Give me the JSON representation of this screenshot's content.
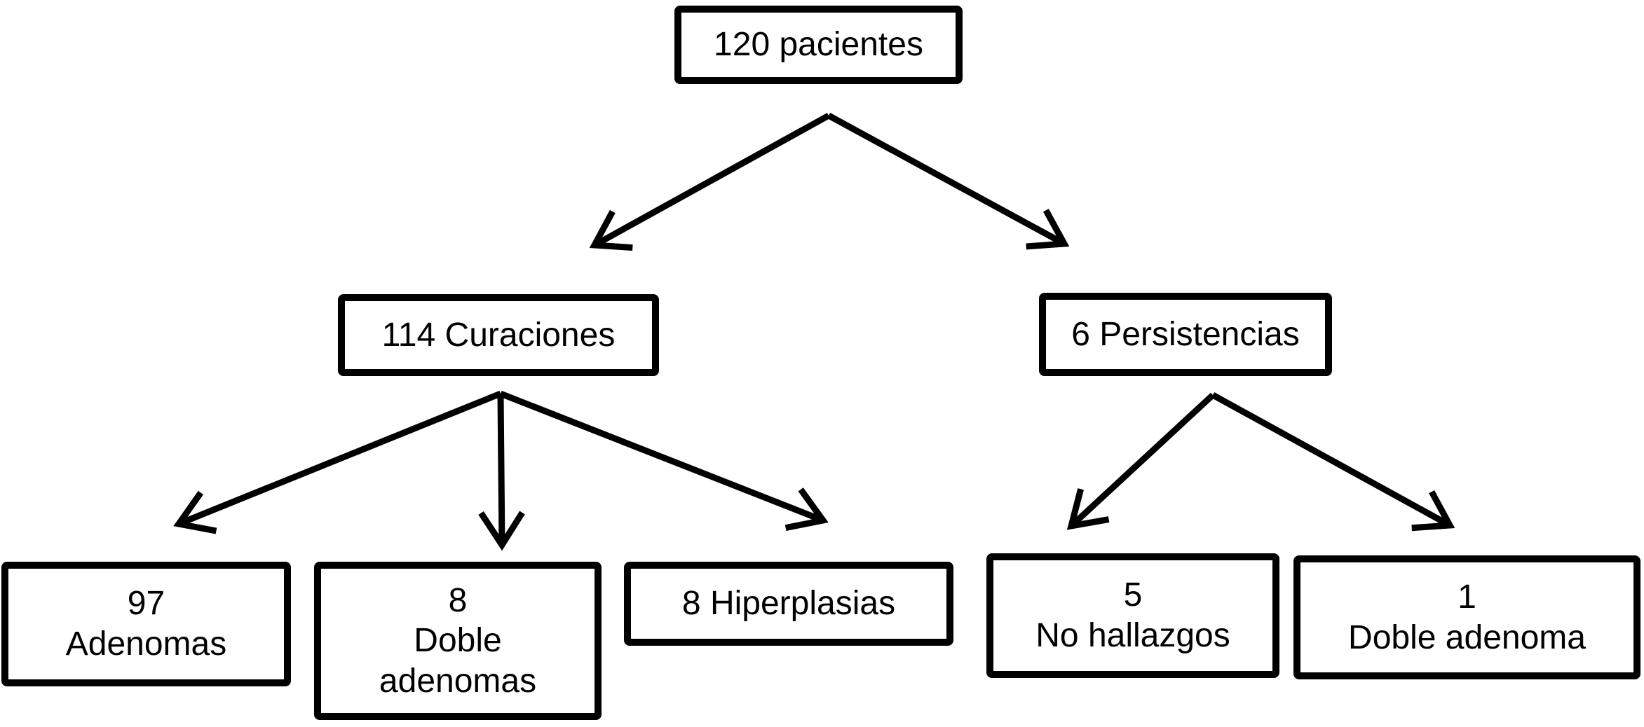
{
  "diagram": {
    "background_color": "#ffffff",
    "line_color": "#000000",
    "text_color": "#000000",
    "nodes": {
      "pacientes": {
        "text": "120 pacientes"
      },
      "curaciones": {
        "text": "114 Curaciones"
      },
      "persistencias": {
        "text": "6 Persistencias"
      },
      "adenomas": {
        "text": "97\nAdenomas"
      },
      "doble_adenomas": {
        "text": "8\nDoble\nadenomas"
      },
      "hiperplasias": {
        "text": "8 Hiperplasias"
      },
      "no_hallazgos": {
        "text": "5\nNo hallazgos"
      },
      "doble_adenoma": {
        "text": "1\nDoble adenoma"
      }
    },
    "edges": [
      {
        "from": "pacientes",
        "to": "curaciones"
      },
      {
        "from": "pacientes",
        "to": "persistencias"
      },
      {
        "from": "curaciones",
        "to": "adenomas"
      },
      {
        "from": "curaciones",
        "to": "doble_adenomas"
      },
      {
        "from": "curaciones",
        "to": "hiperplasias"
      },
      {
        "from": "persistencias",
        "to": "no_hallazgos"
      },
      {
        "from": "persistencias",
        "to": "doble_adenoma"
      }
    ]
  }
}
